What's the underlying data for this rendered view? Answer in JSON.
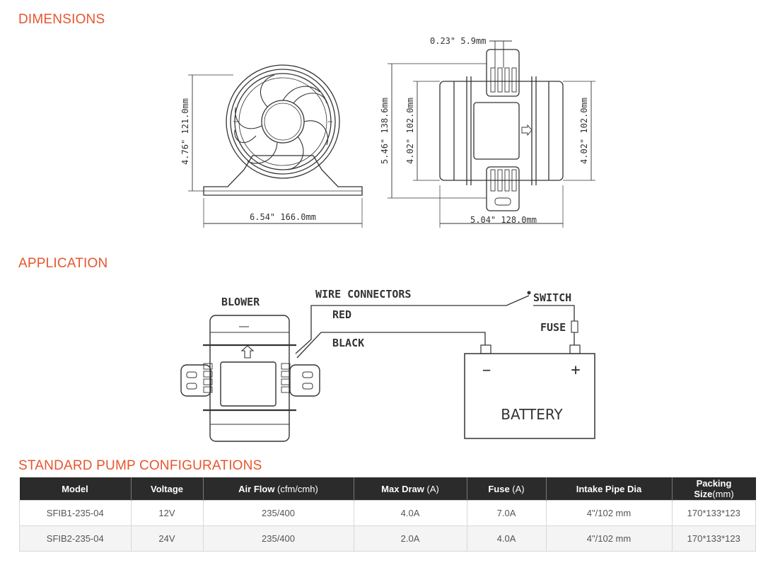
{
  "sections": {
    "dimensions": "DIMENSIONS",
    "application": "APPLICATION",
    "configurations": "STANDARD PUMP CONFIGURATIONS"
  },
  "dimensions": {
    "slot": "0.23\"  5.9mm",
    "front_height": "4.76\"  121.0mm",
    "front_width": "6.54\"  166.0mm",
    "side_total_height": "5.46\"  138.6mm",
    "side_inner_height": "4.02\"  102.0mm",
    "side_right_height": "4.02\"  102.0mm",
    "side_width": "5.04\"  128.0mm"
  },
  "application": {
    "blower": "BLOWER",
    "wire_connectors": "WIRE   CONNECTORS",
    "switch": "SWITCH",
    "red": "RED",
    "fuse": "FUSE",
    "black": "BLACK",
    "minus": "−",
    "plus": "+",
    "battery": "BATTERY"
  },
  "table": {
    "headers": [
      {
        "label": "Model",
        "unit": ""
      },
      {
        "label": "Voltage",
        "unit": ""
      },
      {
        "label": "Air Flow",
        "unit": " (cfm/cmh)"
      },
      {
        "label": "Max Draw",
        "unit": " (A)"
      },
      {
        "label": "Fuse",
        "unit": " (A)"
      },
      {
        "label": "Intake Pipe Dia",
        "unit": ""
      },
      {
        "label": "Packing Size",
        "unit": "(mm)"
      }
    ],
    "rows": [
      [
        "SFIB1-235-04",
        "12V",
        "235/400",
        "4.0A",
        "7.0A",
        "4\"/102 mm",
        "170*133*123"
      ],
      [
        "SFIB2-235-04",
        "24V",
        "235/400",
        "2.0A",
        "4.0A",
        "4\"/102 mm",
        "170*133*123"
      ]
    ]
  },
  "colors": {
    "accent": "#e8542e",
    "header_bg": "#2b2b2b",
    "line": "#333333"
  }
}
